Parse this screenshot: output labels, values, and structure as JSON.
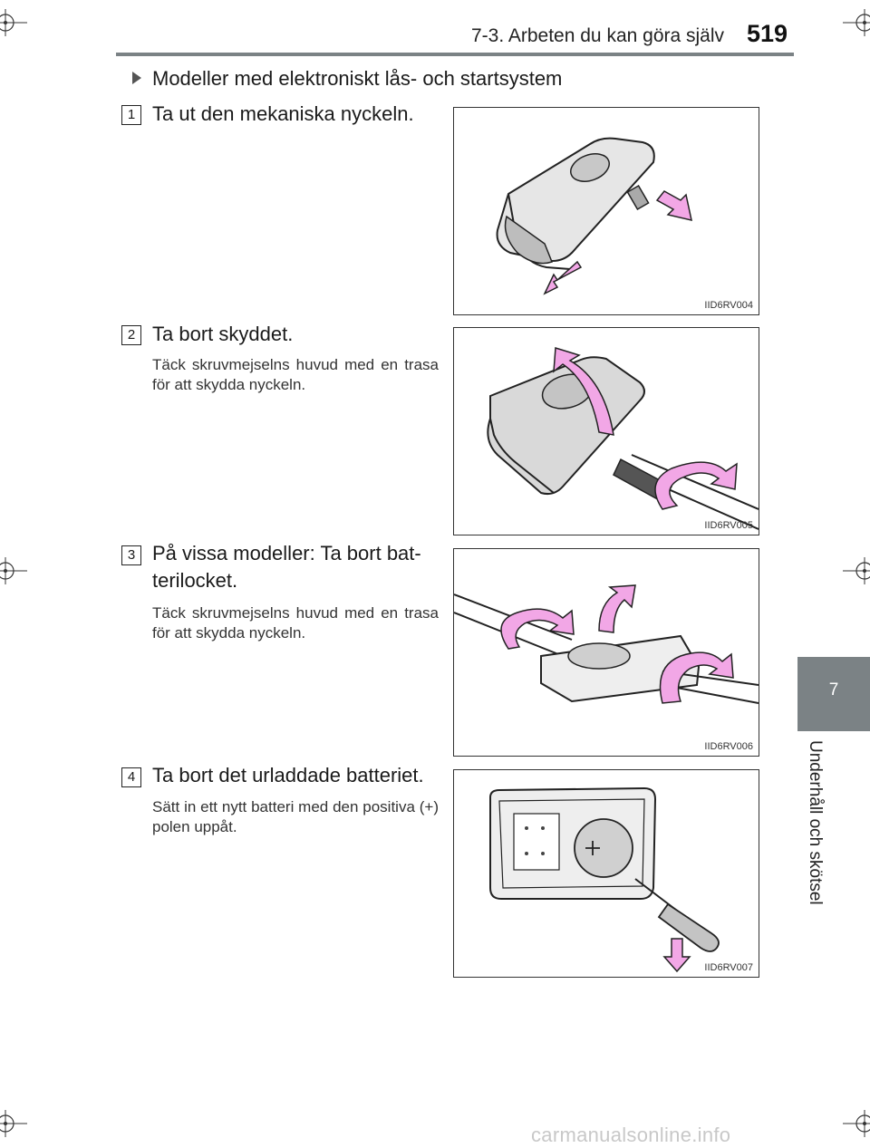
{
  "header": {
    "section_title": "7-3. Arbeten du kan göra själv",
    "page_number": "519"
  },
  "chapter_tab": {
    "number": "7",
    "label": "Underhåll och skötsel"
  },
  "model_heading": "Modeller med elektroniskt lås- och startsystem",
  "steps": [
    {
      "number": "1",
      "title": "Ta ut den mekaniska nyckeln.",
      "note": "",
      "figure_code": "IID6RV004"
    },
    {
      "number": "2",
      "title": "Ta bort skyddet.",
      "note": "Täck skruvmejselns huvud med en trasa för att skydda nyckeln.",
      "figure_code": "IID6RV005"
    },
    {
      "number": "3",
      "title": "På vissa modeller: Ta bort bat-terilocket.",
      "note": "Täck skruvmejselns huvud med en trasa för att skydda nyckeln.",
      "figure_code": "IID6RV006"
    },
    {
      "number": "4",
      "title": "Ta bort det urladdade batteriet.",
      "note": "Sätt in ett nytt batteri med den positiva (+) polen uppåt.",
      "figure_code": "IID6RV007"
    }
  ],
  "watermark": "carmanualsonline.info",
  "colors": {
    "header_gray": "#7b8285",
    "arrow_pink": "#f2a7e6",
    "key_gray": "#d9d9d9"
  }
}
